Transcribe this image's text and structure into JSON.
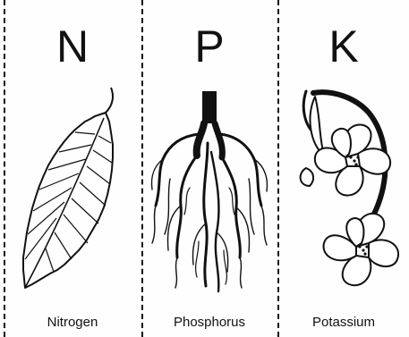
{
  "panels": [
    {
      "letter": "N",
      "label": "Nitrogen",
      "illustration": "leaf-icon"
    },
    {
      "letter": "P",
      "label": "Phosphorus",
      "illustration": "roots-icon"
    },
    {
      "letter": "K",
      "label": "Potassium",
      "illustration": "flowers-icon"
    }
  ]
}
